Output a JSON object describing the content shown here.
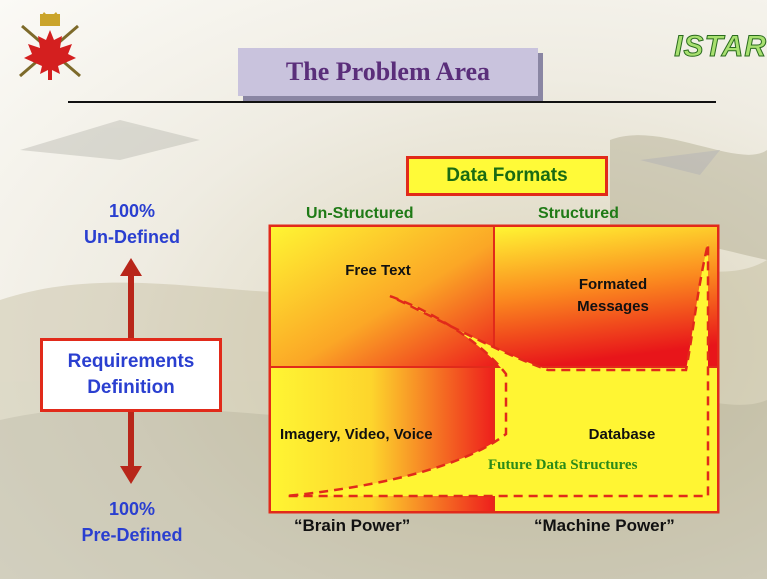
{
  "title": "The Problem Area",
  "logo_text": "ISTAR",
  "axis": {
    "top_percent": "100%",
    "top_label": "Un-Defined",
    "bottom_percent": "100%",
    "bottom_label": "Pre-Defined",
    "center_line1": "Requirements",
    "center_line2": "Definition"
  },
  "formats": {
    "heading": "Data Formats",
    "col_left": "Un-Structured",
    "col_right": "Structured"
  },
  "cells": {
    "free_text": "Free Text",
    "formatted_line1": "Formated",
    "formatted_line2": "Messages",
    "imagery": "Imagery, Video, Voice",
    "database": "Database",
    "future": "Future Data Structures"
  },
  "power": {
    "left": "“Brain Power”",
    "right": "“Machine Power”"
  },
  "colors": {
    "title_text": "#5a2e7a",
    "title_box": "#c9c3dd",
    "accent_red": "#e12a1a",
    "label_blue": "#2a3fd0",
    "label_green": "#1f7a16",
    "highlight_yellow": "#fffa38"
  },
  "icons": {
    "crest": "canadian-forces-crest-icon",
    "up_arrow": "arrow-up-icon",
    "down_arrow": "arrow-down-icon"
  }
}
